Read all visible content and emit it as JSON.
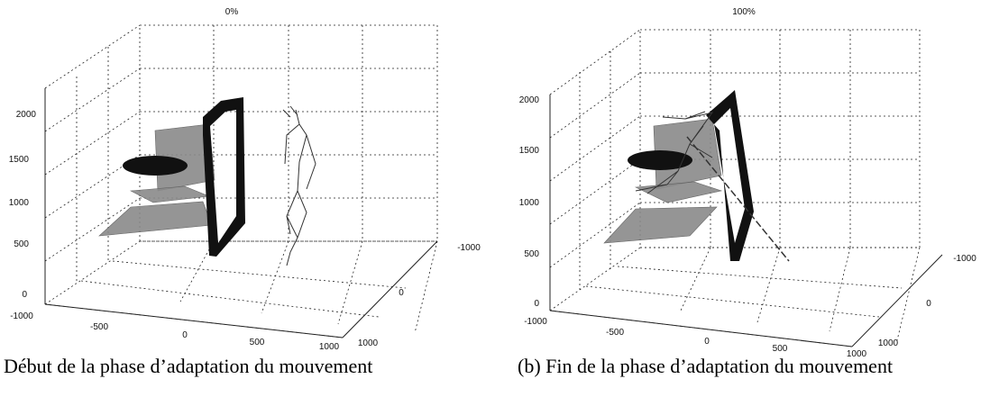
{
  "chart_data": [
    {
      "type": "3d-scene",
      "title": "0%",
      "zticks": [
        "0",
        "500",
        "1000",
        "1500",
        "2000"
      ],
      "xticks": [
        "-1000",
        "-500",
        "0",
        "500",
        "1000"
      ],
      "yticks": [
        "-1000",
        "0",
        "1000"
      ],
      "caption": "Début de la phase d’adaptation du mouvement"
    },
    {
      "type": "3d-scene",
      "title": "100%",
      "zticks": [
        "0",
        "500",
        "1000",
        "1500",
        "2000"
      ],
      "xticks": [
        "-1000",
        "-500",
        "0",
        "500",
        "1000"
      ],
      "yticks": [
        "-1000",
        "0",
        "1000"
      ],
      "caption": "(b) Fin de la phase d’adaptation du mouvement"
    }
  ]
}
